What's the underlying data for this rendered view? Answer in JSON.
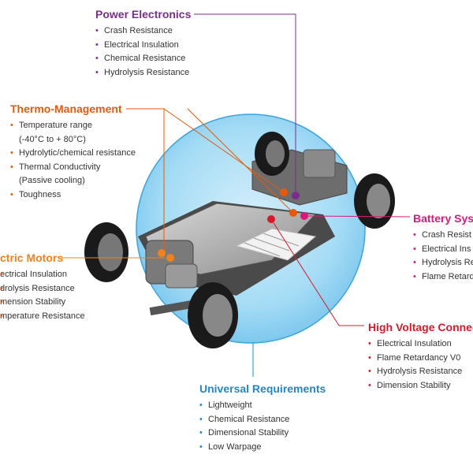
{
  "colors": {
    "power": "#7b2d8e",
    "thermo": "#e8590c",
    "motors": "#f0821e",
    "battery": "#d81b7a",
    "hv": "#d7192a",
    "universal": "#1e88c9",
    "circle": "#8fd0f0"
  },
  "power_electronics": {
    "title": "Power Electronics",
    "items": [
      "Crash Resistance",
      "Electrical Insulation",
      "Chemical Resistance",
      "Hydrolysis Resistance"
    ]
  },
  "thermo_management": {
    "title": "Thermo-Management",
    "items": [
      "Temperature range",
      "(-40°C to + 80°C)",
      "Hydrolytic/chemical resistance",
      "Thermal Conductivity",
      "(Passive cooling)",
      "Toughness"
    ]
  },
  "electric_motors": {
    "title": "ctric Motors",
    "items": [
      "ectrical Insulation",
      "drolysis Resistance",
      "mension Stability",
      "mperature Resistance"
    ]
  },
  "battery_systems": {
    "title": "Battery Sys",
    "items": [
      "Crash Resist",
      "Electrical Ins",
      "Hydrolysis Re",
      "Flame Retarda"
    ]
  },
  "high_voltage": {
    "title": "High Voltage Connec",
    "items": [
      "Electrical Insulation",
      "Flame Retardancy V0",
      "Hydrolysis Resistance",
      "Dimension Stability"
    ]
  },
  "universal": {
    "title": "Universal Requirements",
    "items": [
      "Lightweight",
      "Chemical Resistance",
      "Dimensional Stability",
      "Low Warpage"
    ]
  }
}
